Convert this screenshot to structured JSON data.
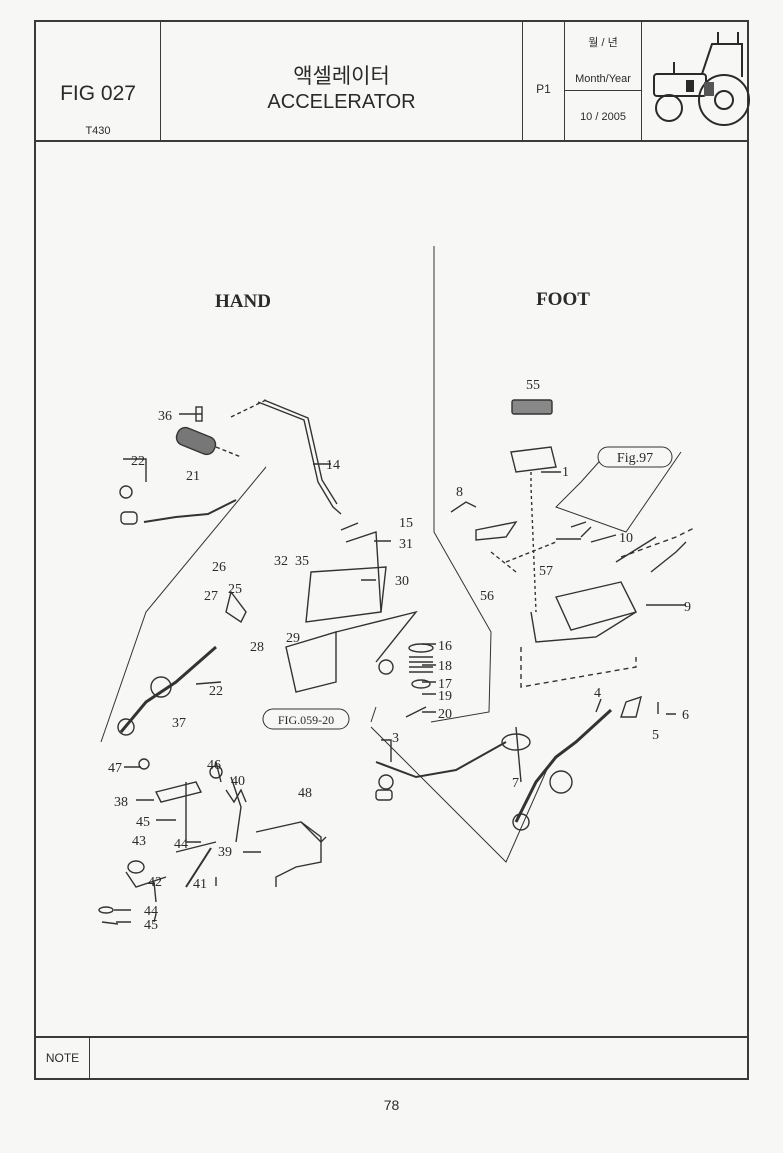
{
  "header": {
    "fig_no": "FIG 027",
    "model": "T430",
    "title_ko": "액셀레이터",
    "title_en": "ACCELERATOR",
    "page": "P1",
    "date_ko": "월 / 년",
    "date_label": "Month/Year",
    "date_value": "10 / 2005",
    "logo_icon": "tractor-icon"
  },
  "sections": {
    "hand": "HAND",
    "foot": "FOOT"
  },
  "callouts": {
    "c1": "1",
    "c3": "3",
    "c4": "4",
    "c5": "5",
    "c6": "6",
    "c7": "7",
    "c8": "8",
    "c9": "9",
    "c10": "10",
    "c14": "14",
    "c15": "15",
    "c16": "16",
    "c17": "17",
    "c18": "18",
    "c19": "19",
    "c20": "20",
    "c21": "21",
    "c22a": "22",
    "c22b": "22",
    "c25": "25",
    "c26": "26",
    "c27": "27",
    "c28": "28",
    "c29": "29",
    "c30": "30",
    "c31": "31",
    "c32": "32",
    "c35": "35",
    "c36": "36",
    "c37": "37",
    "c38": "38",
    "c39": "39",
    "c40": "40",
    "c41": "41",
    "c42": "42",
    "c43": "43",
    "c44a": "44",
    "c44b": "44",
    "c45a": "45",
    "c45b": "45",
    "c46": "46",
    "c47": "47",
    "c48": "48",
    "c55": "55",
    "c56": "56",
    "c57": "57"
  },
  "refs": {
    "fig97": "Fig.97",
    "fig059": "FIG.059-20"
  },
  "footer": {
    "note_label": "NOTE",
    "page_number": "78"
  }
}
